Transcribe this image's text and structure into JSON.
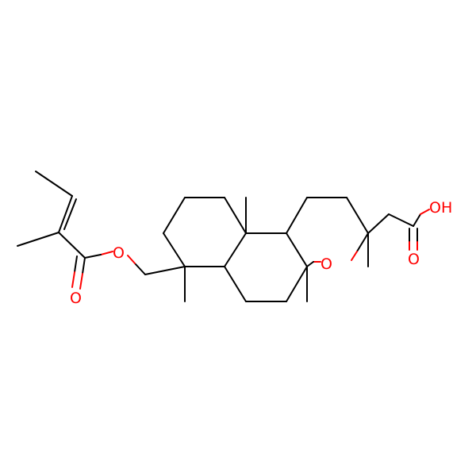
{
  "molecule": {
    "atom_labels": {
      "ether_o": "O",
      "ester_o": "O",
      "carbonyl_o": "O",
      "acid_o": "O",
      "hydroxyl": "OH"
    },
    "colors": {
      "bond": "#000000",
      "oxygen": "#ff0000",
      "background": "#ffffff"
    }
  }
}
